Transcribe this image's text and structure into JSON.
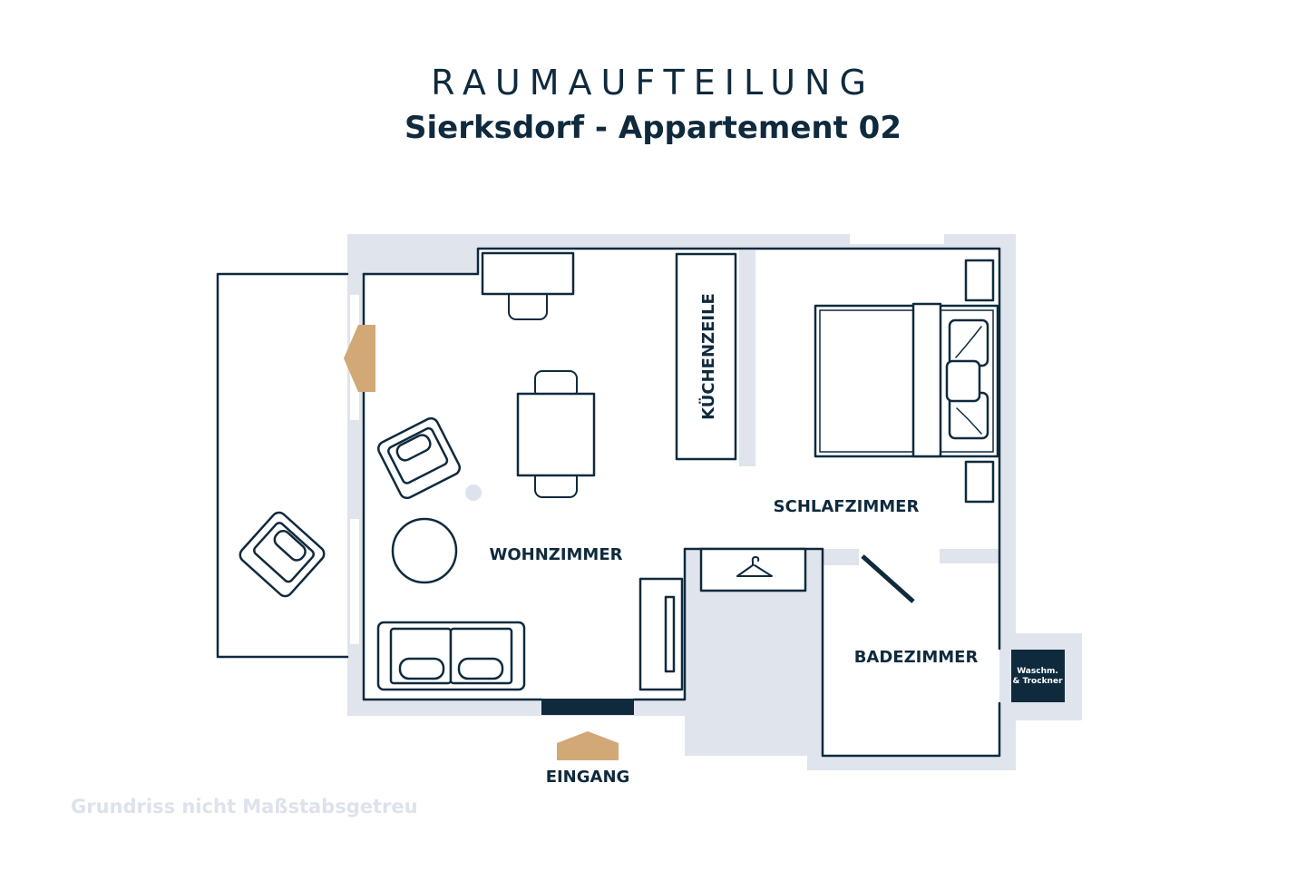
{
  "header": {
    "title": "RAUMAUFTEILUNG",
    "subtitle": "Sierksdorf - Appartement 02"
  },
  "rooms": {
    "kitchen": "KÜCHENZEILE",
    "bedroom": "SCHLAFZIMMER",
    "living": "WOHNZIMMER",
    "bathroom": "BADEZIMMER"
  },
  "appliance": {
    "line1": "Waschm.",
    "line2": "& Trockner"
  },
  "entrance": "EINGANG",
  "note": "Grundriss nicht Maßstabsgetreu",
  "colors": {
    "navy": "#0f2a3d",
    "wall_grey": "#e0e4ec",
    "accent_gold": "#d2a877",
    "note_grey": "#dde2ec"
  }
}
